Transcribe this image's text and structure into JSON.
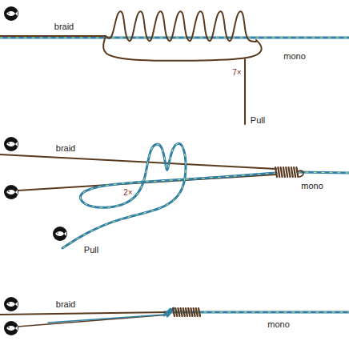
{
  "diagram": {
    "labels": [
      "braid",
      "7×",
      "mono",
      "Pull",
      "braid",
      "mono",
      "2×",
      "Pull",
      "braid",
      "mono"
    ]
  }
}
